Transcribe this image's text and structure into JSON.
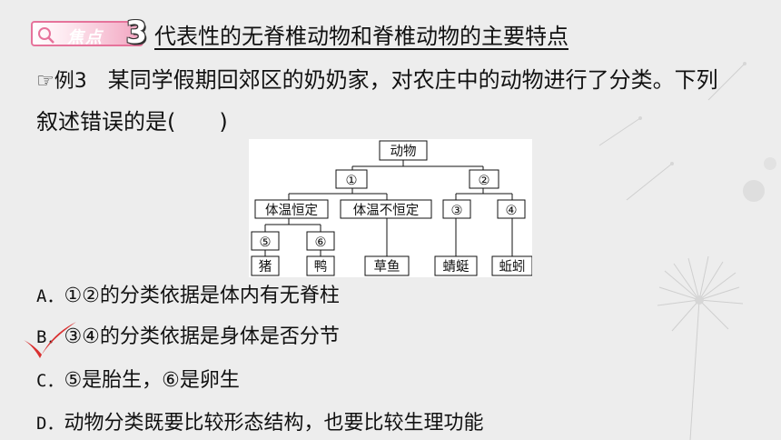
{
  "header": {
    "badge_label": "焦点",
    "badge_number": "3",
    "title": "代表性的无脊椎动物和脊椎动物的主要特点"
  },
  "question": {
    "prefix": "☞例3",
    "text": "某同学假期回郊区的奶奶家，对农庄中的动物进行了分类。下列叙述错误的是(　　)"
  },
  "diagram": {
    "root": "动物",
    "level1": [
      "①",
      "②"
    ],
    "level2": [
      "体温恒定",
      "体温不恒定",
      "③",
      "④"
    ],
    "level3_markers": [
      "⑤",
      "⑥"
    ],
    "leaves": [
      "猪",
      "鸭",
      "草鱼",
      "蜻蜓",
      "蚯蚓"
    ]
  },
  "options": [
    {
      "letter": "A．",
      "text": "①②的分类依据是体内有无脊柱"
    },
    {
      "letter": "B．",
      "text": "③④的分类依据是身体是否分节"
    },
    {
      "letter": "C．",
      "text": "⑤是胎生，⑥是卵生"
    },
    {
      "letter": "D．",
      "text": "动物分类既要比较形态结构，也要比较生理功能"
    }
  ],
  "answer_mark": {
    "option": "B",
    "color": "#d93030",
    "icon": "check-icon"
  },
  "colors": {
    "badge_border": "#e6739b",
    "badge_fill": "#f2a4c0",
    "background": "#ededed"
  }
}
